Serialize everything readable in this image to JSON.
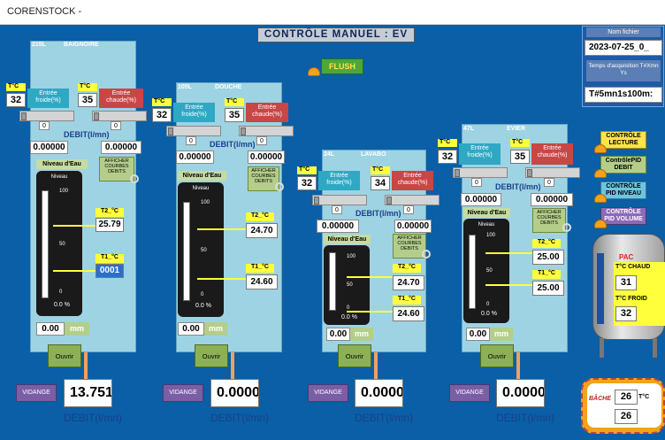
{
  "window": {
    "title": "CORENSTOCK -"
  },
  "heading": "CONTRÔLE MANUEL : EV",
  "flush_label": "FLUSH",
  "file": {
    "name_label": "Nom fichier",
    "name_value": "2023-07-25_0_",
    "acq_label": "Temps d'acquisition T#Xmn Ys",
    "acq_value": "T#5mn1s100m:"
  },
  "control_buttons": [
    "CONTRÔLE LECTURE",
    "ContrôlePID DEBIT",
    "CONTRÔLE PID NIVEAU",
    "CONTRÔLE PID VOLUME"
  ],
  "pac": {
    "label": "PAC",
    "chaud_label": "T°C CHAUD",
    "chaud_value": "31",
    "froid_label": "T°C FROID",
    "froid_value": "32"
  },
  "bache": {
    "label": "BÂCHE",
    "temp_value": "26",
    "temp_label": "T°C",
    "level_value": "26"
  },
  "common": {
    "t_label": "T°C",
    "cold_label": "Entrée froide(%)",
    "hot_label": "Entrée chaude(%)",
    "debit_label": "DEBIT(l/mn)",
    "niveau_label": "Niveau d'Eau",
    "gauge_title": "Niveau",
    "afficher_label": "AFFICHER COURBES DEBITS",
    "t2_label": "T2_°C",
    "t1_label": "T1_°C",
    "mm_label": "mm",
    "pct": "%",
    "ouvrir_label": "Ouvrir",
    "vidange_label": "VIDANGE",
    "debit_big_label": "DEBIT(l/mn)"
  },
  "stations": [
    {
      "capacity": "215L",
      "name": "BAIGNOIRE",
      "t_cold": "32",
      "t_hot": "35",
      "slider_cold": "0",
      "slider_hot": "0",
      "debit_cold": "0.00000",
      "debit_hot": "0.00000",
      "gauge_ticks": [
        "100",
        "50",
        "0"
      ],
      "gauge_pct": "0.0",
      "t2": "25.79",
      "t1": "0001",
      "level_mm": "0.00",
      "vidange_debit": "13.751",
      "level": 0.0
    },
    {
      "capacity": "105L",
      "name": "DOUCHE",
      "t_cold": "32",
      "t_hot": "35",
      "slider_cold": "0",
      "slider_hot": "0",
      "debit_cold": "0.00000",
      "debit_hot": "0.00000",
      "gauge_ticks": [
        "100",
        "50",
        "0"
      ],
      "gauge_pct": "0.0",
      "t2": "24.70",
      "t1": "24.60",
      "level_mm": "0.00",
      "vidange_debit": "0.0000",
      "level": 0.0
    },
    {
      "capacity": "24L",
      "name": "LAVABO",
      "t_cold": "32",
      "t_hot": "34",
      "slider_cold": "0",
      "slider_hot": "0",
      "debit_cold": "0.00000",
      "debit_hot": "0.00000",
      "gauge_ticks": [
        "100",
        "50",
        "0"
      ],
      "gauge_pct": "0.0",
      "t2": "24.70",
      "t1": "24.60",
      "level_mm": "0.00",
      "vidange_debit": "0.0000",
      "level": 0.0
    },
    {
      "capacity": "47L",
      "name": "EVIER",
      "t_cold": "32",
      "t_hot": "35",
      "slider_cold": "0",
      "slider_hot": "0",
      "debit_cold": "0.00000",
      "debit_hot": "0.00000",
      "gauge_ticks": [
        "100",
        "50",
        "0"
      ],
      "gauge_pct": "0.0",
      "t2": "25.00",
      "t1": "25.00",
      "level_mm": "0.00",
      "vidange_debit": "0.0000",
      "level": 0.0
    }
  ],
  "colors": {
    "background": "#0a5fa6",
    "tank": "#9ed3e3",
    "label_yellow": "#ffff3b",
    "cold": "#2fa8c4",
    "hot": "#c84646"
  }
}
